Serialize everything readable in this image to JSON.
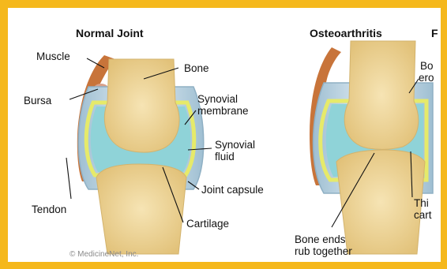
{
  "titles": {
    "normal": "Normal Joint",
    "osteo": "Osteoarthritis",
    "osteo_tail": "F"
  },
  "labels": {
    "muscle": "Muscle",
    "bone": "Bone",
    "bursa": "Bursa",
    "synovial_membrane_1": "Synovial",
    "synovial_membrane_2": "membrane",
    "synovial_fluid_1": "Synovial",
    "synovial_fluid_2": "fluid",
    "joint_capsule": "Joint capsule",
    "tendon": "Tendon",
    "cartilage": "Cartilage",
    "bone_erosion_1": "Bo",
    "bone_erosion_2": "ero",
    "thin_cartilage_1": "Thi",
    "thin_cartilage_2": "cart",
    "bone_ends_1": "Bone ends",
    "bone_ends_2": "rub together"
  },
  "credit": "© MedicineNet, Inc.",
  "colors": {
    "frame": "#f5b81c",
    "bone": "#f0d9a0",
    "cartilage": "#8fd3d8",
    "synovial_membrane": "#e6ea6a",
    "muscle": "#c8743a",
    "capsule": "#b8d6e6"
  }
}
